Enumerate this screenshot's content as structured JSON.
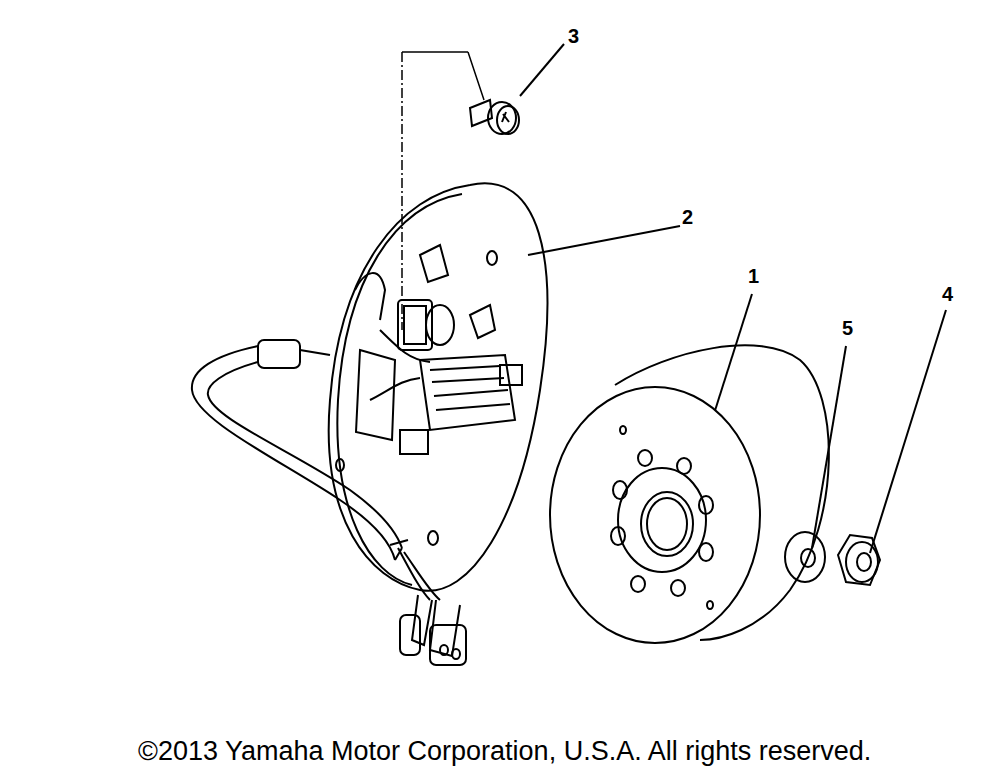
{
  "diagram": {
    "caption": "©2013 Yamaha Motor Corporation, U.S.A. All rights reserved.",
    "labels": [
      "3",
      "2",
      "1",
      "5",
      "4"
    ]
  }
}
